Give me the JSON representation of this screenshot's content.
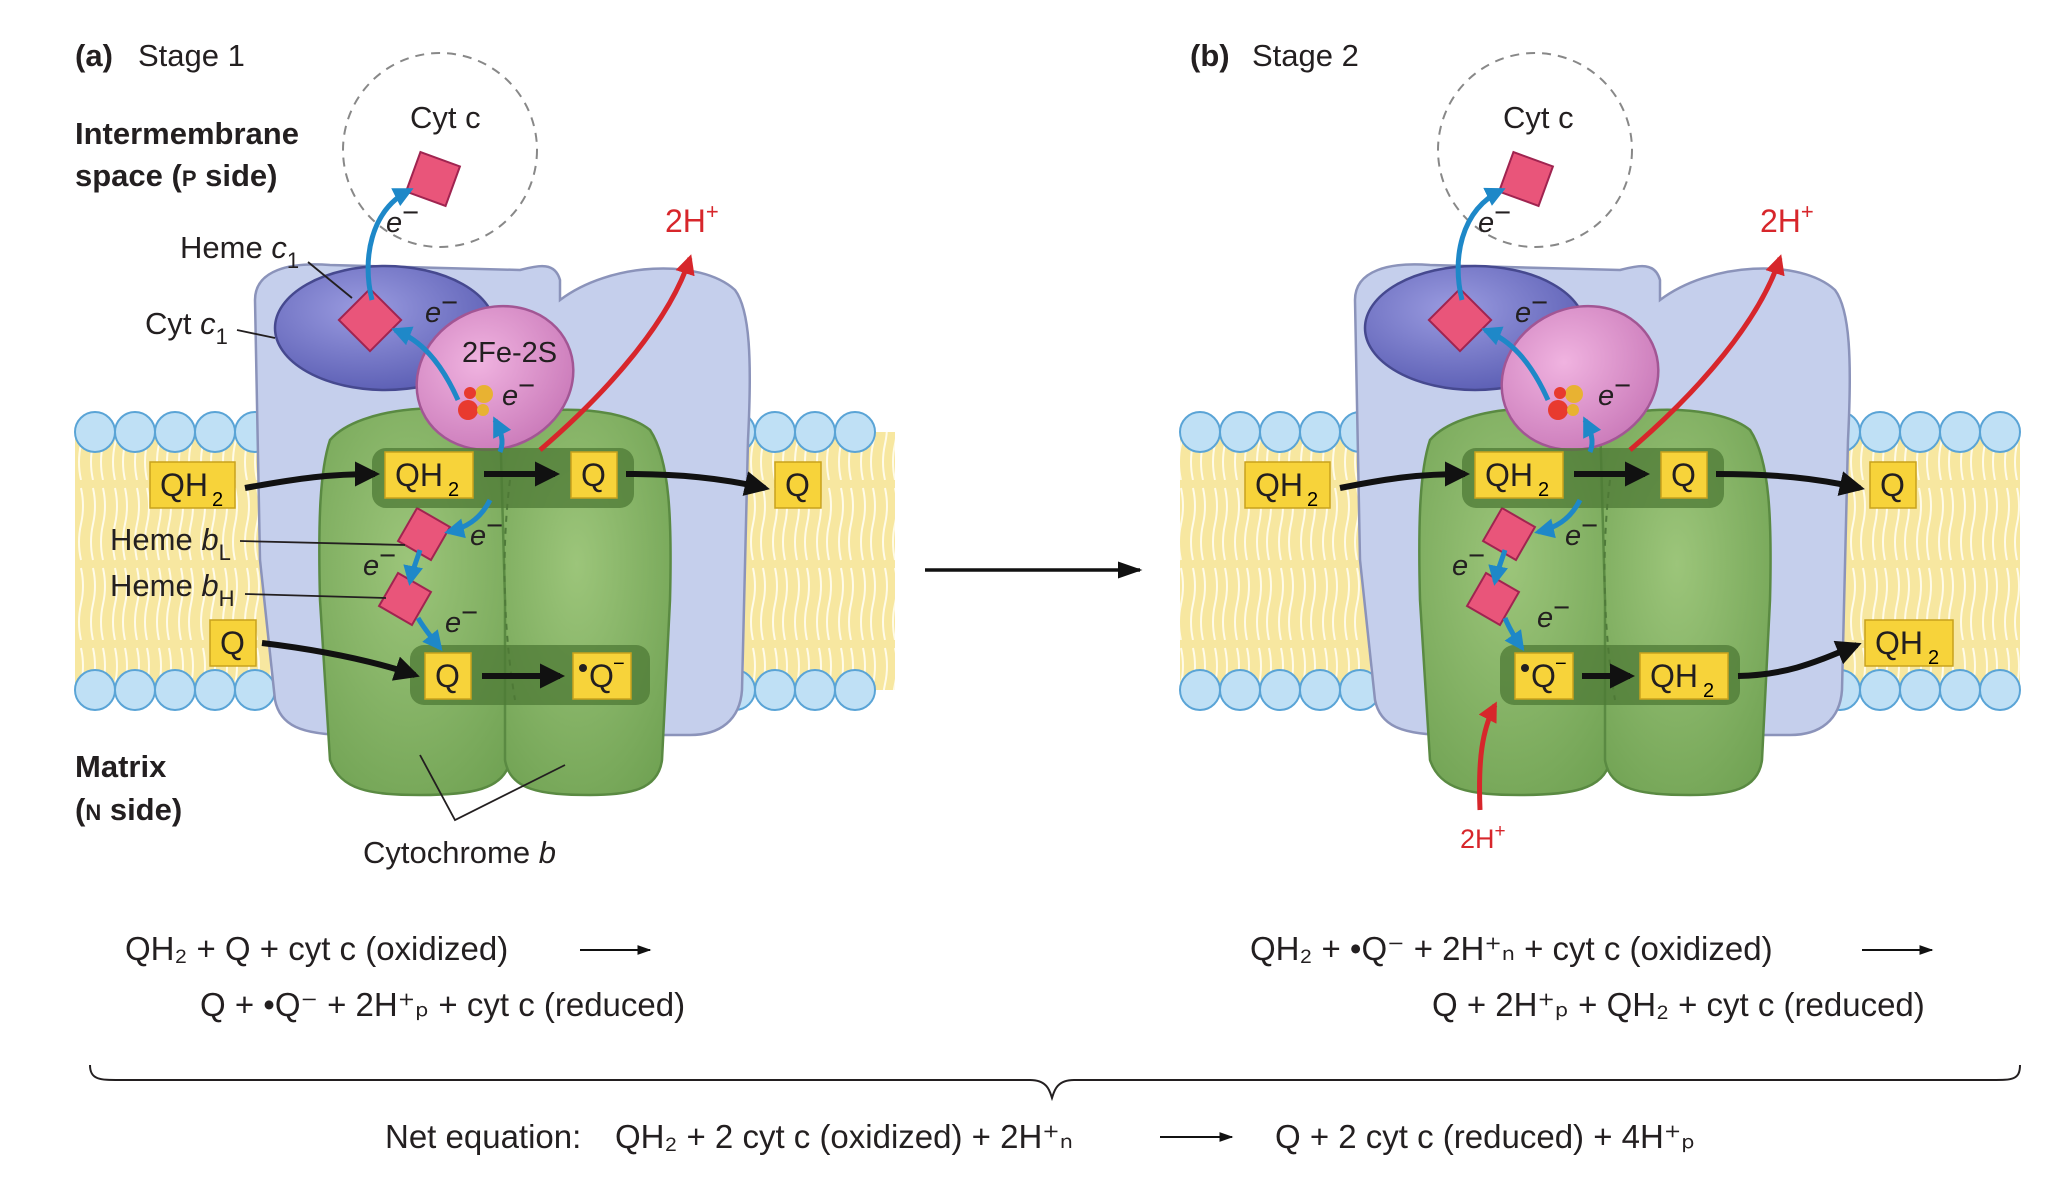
{
  "panel_a": {
    "letter": "(a)",
    "title": "Stage 1",
    "intermembrane_line1": "Intermembrane",
    "intermembrane_line2_a": "space (",
    "intermembrane_p": "P",
    "intermembrane_line2_b": " side)",
    "matrix_line1": "Matrix",
    "matrix_line2_a": "(",
    "matrix_n": "N",
    "matrix_line2_b": " side)",
    "cyt_c": "Cyt c",
    "heme_c1": "Heme ",
    "heme_c1_italic": "c",
    "heme_c1_sub": "1",
    "cyt_c1": "Cyt ",
    "cyt_c1_italic": "c",
    "cyt_c1_sub": "1",
    "fe_s": "2Fe-2S",
    "heme_bl": "Heme ",
    "heme_bl_italic": "b",
    "heme_bl_sub": "L",
    "heme_bh": "Heme ",
    "heme_bh_italic": "b",
    "heme_bh_sub": "H",
    "cytochrome_b": "Cytochrome ",
    "cytochrome_b_italic": "b",
    "two_h": "2H",
    "plus": "+",
    "electron": "e",
    "minus": "−",
    "qh2_left": "QH",
    "qh2_sub": "2",
    "q": "Q",
    "q_radical": "Q",
    "eq_line1": "QH₂ + Q +  cyt c (oxidized)",
    "eq_line2": "Q + •Q⁻ + 2H⁺ₚ +  cyt c (reduced)"
  },
  "panel_b": {
    "letter": "(b)",
    "title": "Stage 2",
    "cyt_c": "Cyt c",
    "two_h": "2H",
    "plus": "+",
    "eq_line1": "QH₂ + •Q⁻ + 2H⁺ₙ +  cyt c (oxidized)",
    "eq_line2": "Q + 2H⁺ₚ + QH₂ + cyt c (reduced)"
  },
  "net_equation": {
    "label": "Net equation:",
    "left": "QH₂ + 2 cyt c (oxidized) + 2H⁺ₙ",
    "right": "Q + 2 cyt c (reduced) + 4H⁺ₚ"
  },
  "colors": {
    "membrane": "#f7e7a0",
    "lipid_head": "#bfe0f5",
    "cyt_b": "#8cb86a",
    "complex": "#c5cfec",
    "cyt_c1": "#6b6fc0",
    "fe_s_protein": "#d98ec6",
    "heme": "#e9557a",
    "quinone_box": "#f7d33a",
    "electron_arrow": "#1e88c8",
    "proton_arrow": "#d7262b"
  }
}
